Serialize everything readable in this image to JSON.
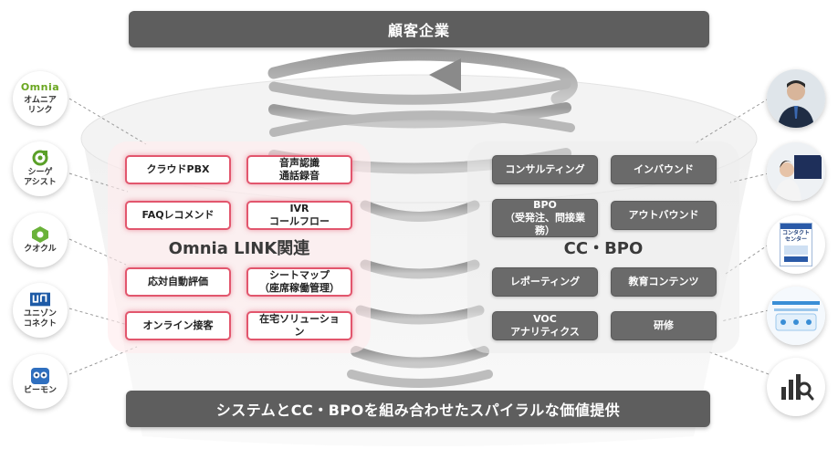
{
  "top_bar": {
    "label": "顧客企業"
  },
  "bottom_bar": {
    "label": "システムとCC・BPOを組み合わせたスパイラルな価値提供"
  },
  "left_group": {
    "title": "Omnia LINK関連",
    "items": [
      "クラウドPBX",
      "音声認識\n通話録音",
      "FAQレコメンド",
      "IVR\nコールフロー",
      "応対自動評価",
      "シートマップ\n（座席稼働管理）",
      "オンライン接客",
      "在宅ソリューショ\nン"
    ]
  },
  "right_group": {
    "title": "CC・BPO",
    "items": [
      "コンサルティング",
      "インバウンド",
      "BPO\n（受発注、問接業\n務）",
      "アウトバウンド",
      "レポーティング",
      "教育コンテンツ",
      "VOC\nアナリティクス",
      "研修"
    ]
  },
  "companies": [
    {
      "label": "オムニア\nリンク",
      "logo_text": "Omnia",
      "icon": "omnia-logo-icon",
      "color": "#6aa620"
    },
    {
      "label": "シーゲ\nアシスト",
      "icon": "siege-assist-logo-icon",
      "color": "#5aa028"
    },
    {
      "label": "クオクル",
      "icon": "quokuru-logo-icon",
      "color": "#6ab23a"
    },
    {
      "label": "ユニゾン\nコネクト",
      "icon": "unison-connect-logo-icon",
      "color": "#1d5aa6"
    },
    {
      "label": "ビーモン",
      "icon": "bemon-logo-icon",
      "color": "#2f6fbf"
    }
  ],
  "right_images": [
    {
      "icon": "businessman-photo-icon"
    },
    {
      "icon": "operator-photo-icon"
    },
    {
      "icon": "contact-center-book-icon",
      "book_title": "コンタクト\nセンター"
    },
    {
      "icon": "document-thumbnail-icon"
    },
    {
      "icon": "analytics-chart-icon"
    }
  ],
  "colors": {
    "bar": "#5e5e5e",
    "accent_pink": "#e2566d",
    "service_gray": "#6a6a6a"
  }
}
